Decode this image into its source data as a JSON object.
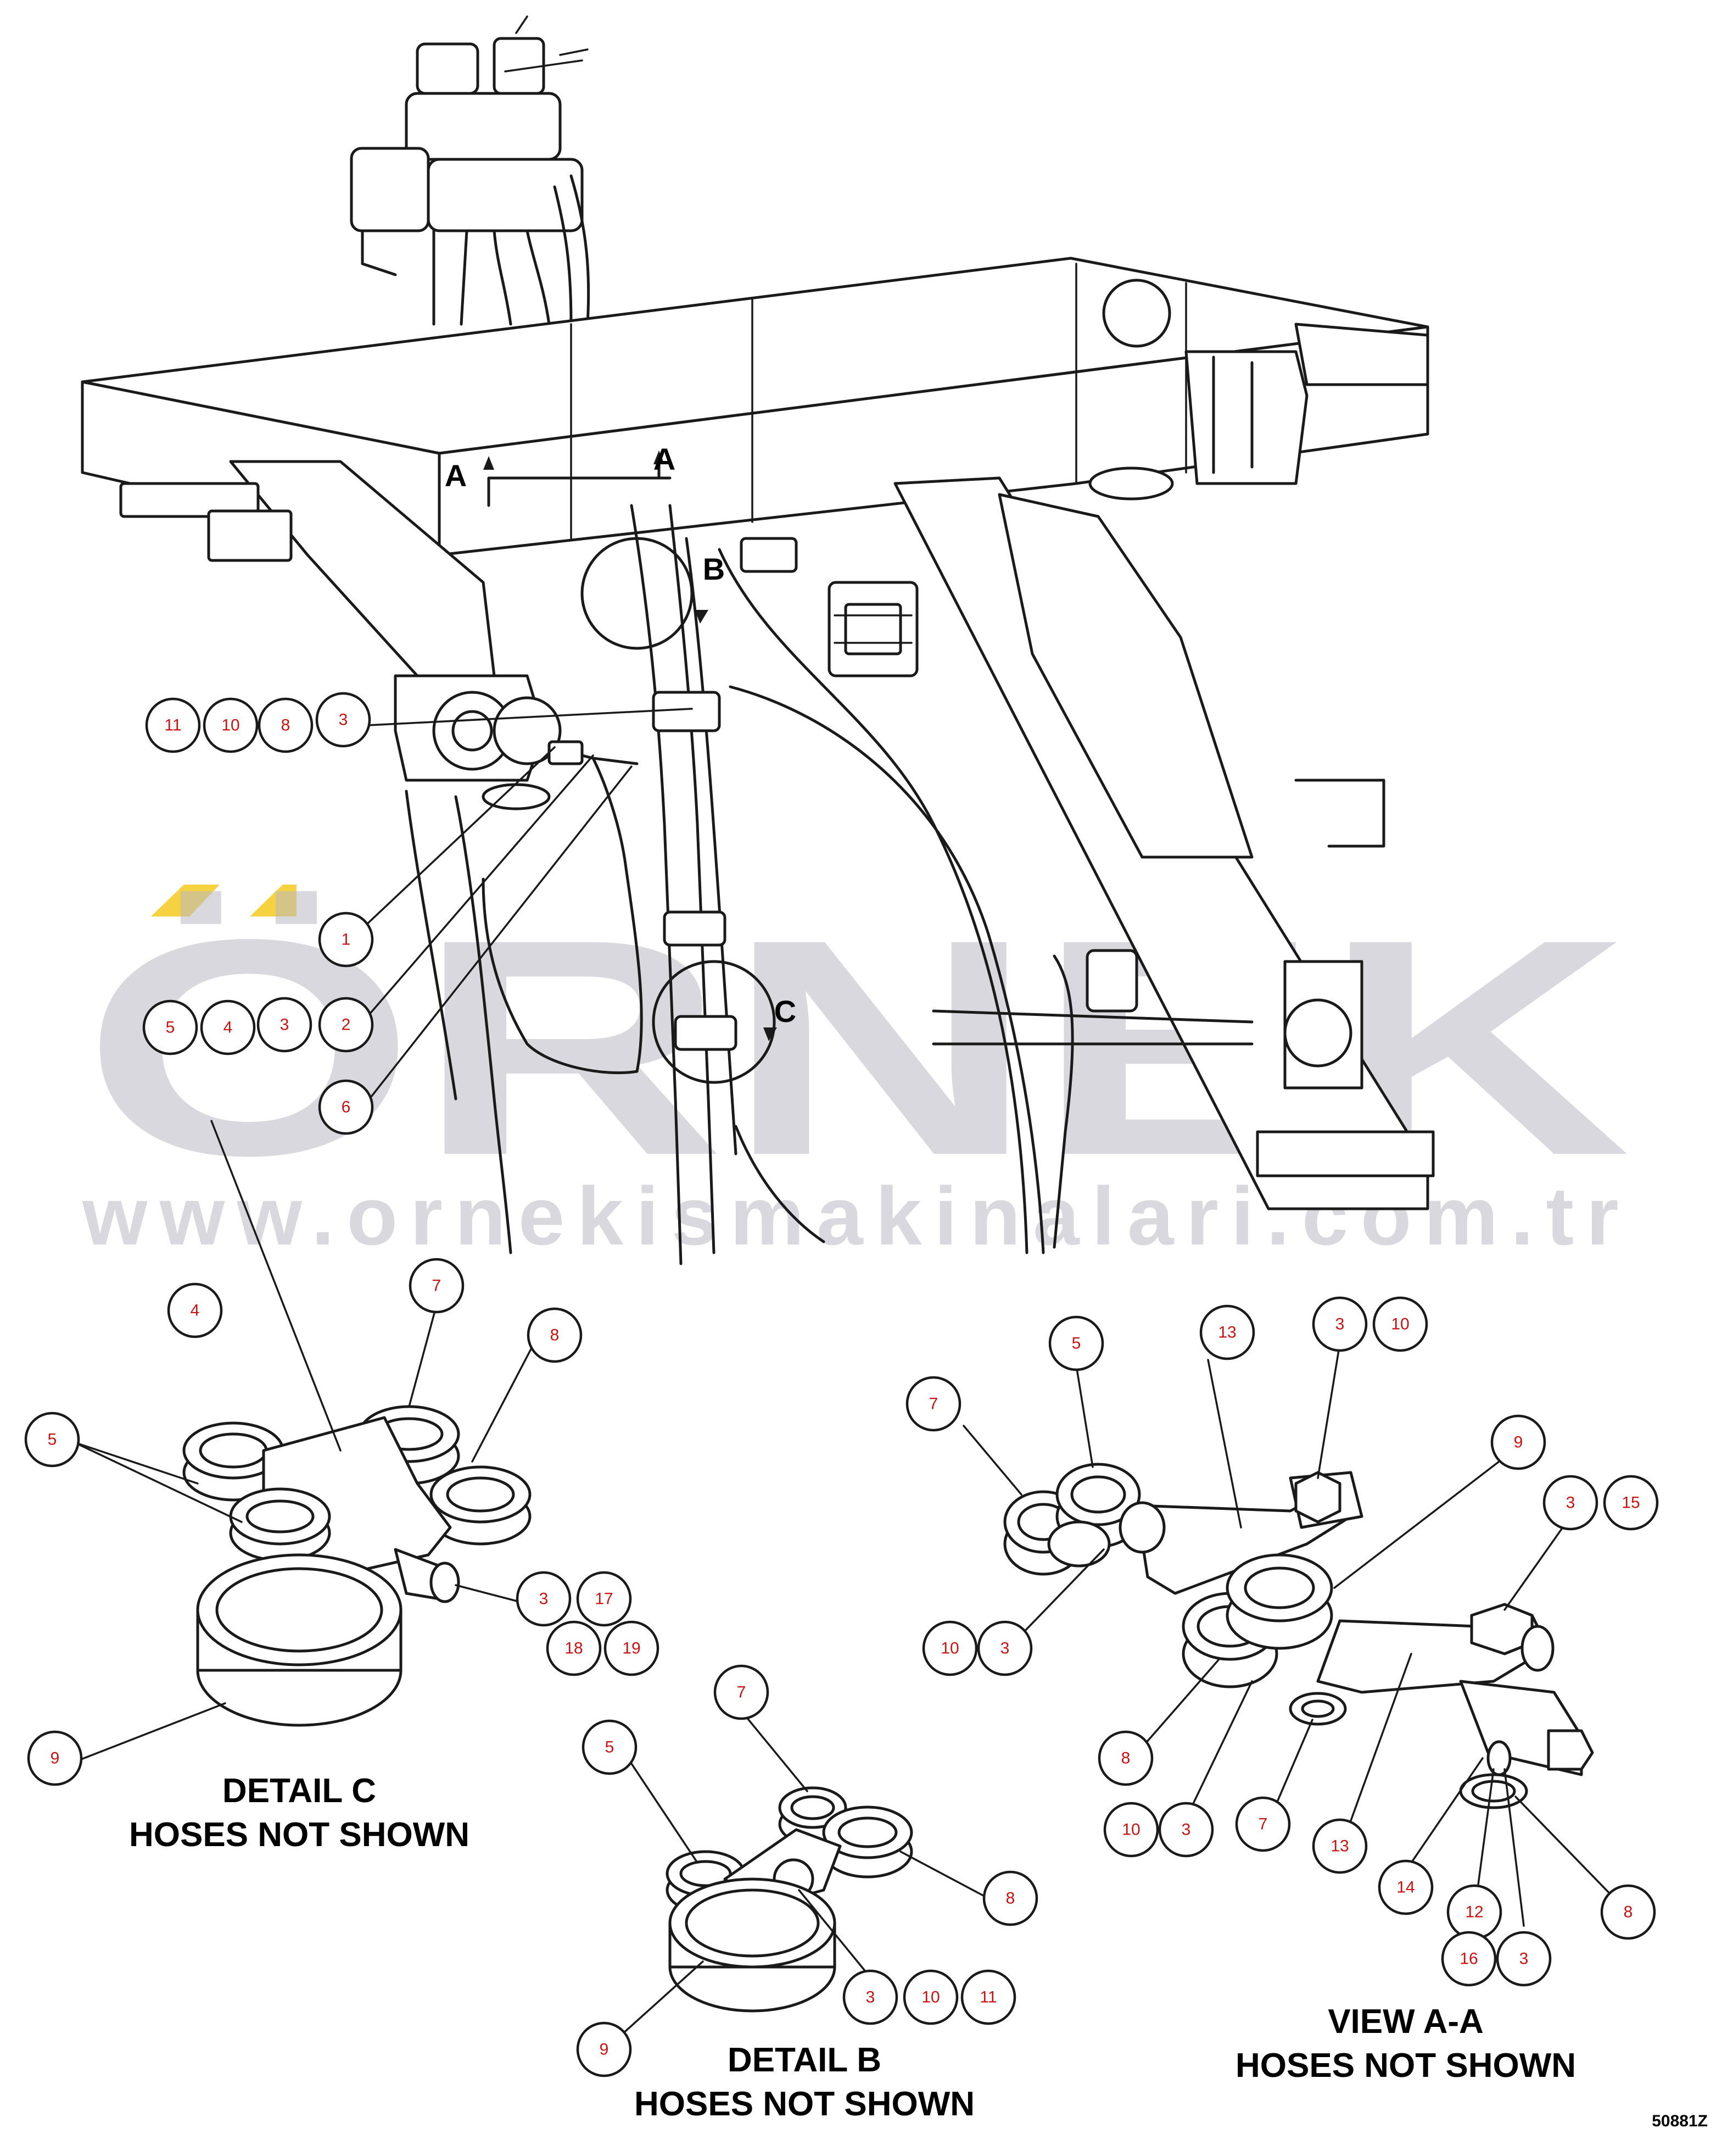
{
  "watermark": {
    "brand": "ÖRNEK",
    "url": "www.ornekismakinalari.com.tr",
    "accent_color": "#f3c300",
    "text_color": "#b9b9c4"
  },
  "section_marks": {
    "a_left": "A",
    "a_right": "A",
    "b": "B",
    "c": "C"
  },
  "detail_c": {
    "line1": "DETAIL C",
    "line2": "HOSES NOT SHOWN"
  },
  "detail_b": {
    "line1": "DETAIL B",
    "line2": "HOSES NOT SHOWN"
  },
  "view_aa": {
    "line1": "VIEW A-A",
    "line2": "HOSES NOT SHOWN"
  },
  "figure_number": "50881Z",
  "callouts": {
    "main": {
      "c11": "11",
      "c10": "10",
      "c8": "8",
      "c3a": "3",
      "c1": "1",
      "c2": "2",
      "c6": "6",
      "c5": "5",
      "c4": "4",
      "c3b": "3"
    },
    "detail_c": {
      "c4": "4",
      "c7": "7",
      "c8": "8",
      "c5": "5",
      "c3": "3",
      "c17": "17",
      "c18": "18",
      "c19": "19",
      "c9": "9"
    },
    "detail_b": {
      "c7": "7",
      "c5": "5",
      "c8": "8",
      "c3": "3",
      "c10": "10",
      "c11": "11",
      "c9": "9"
    },
    "view_aa": {
      "c5": "5",
      "c13a": "13",
      "c3a": "3",
      "c10a": "10",
      "c7a": "7",
      "c9": "9",
      "c3b": "3",
      "c15": "15",
      "c10b": "10",
      "c3c": "3",
      "c8a": "8",
      "c10c": "10",
      "c3d": "3",
      "c7b": "7",
      "c13b": "13",
      "c14": "14",
      "c12": "12",
      "c8b": "8",
      "c16": "16",
      "c3e": "3"
    }
  }
}
